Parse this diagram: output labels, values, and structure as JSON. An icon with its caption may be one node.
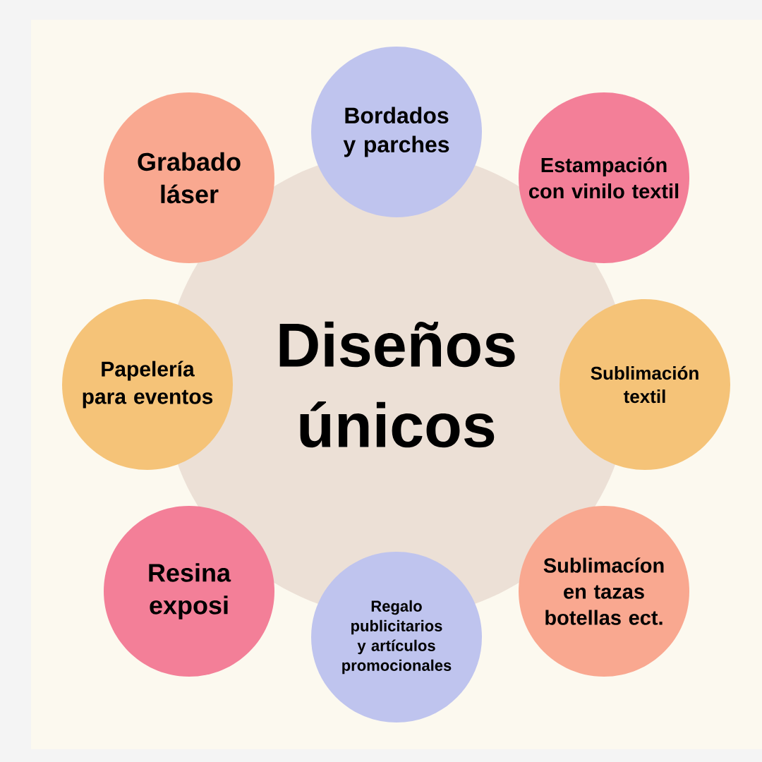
{
  "diagram": {
    "nodes": [
      {
        "text": [
          "Diseños únicos"
        ]
      },
      {
        "text": [
          "Bordados y parches"
        ]
      },
      {
        "text": [
          "Estampación con vinilo textil"
        ]
      },
      {
        "text": [
          "Sublimación textil"
        ]
      },
      {
        "text": [
          "Sublimacíon en tazas botellas ect."
        ]
      },
      {
        "text": [
          "Regalo publicitarios y artículos promocionales"
        ]
      },
      {
        "text": [
          "Resina exposi"
        ]
      },
      {
        "text": [
          "Papelería para eventos"
        ]
      },
      {
        "text": [
          "Grabado láser"
        ]
      }
    ]
  }
}
